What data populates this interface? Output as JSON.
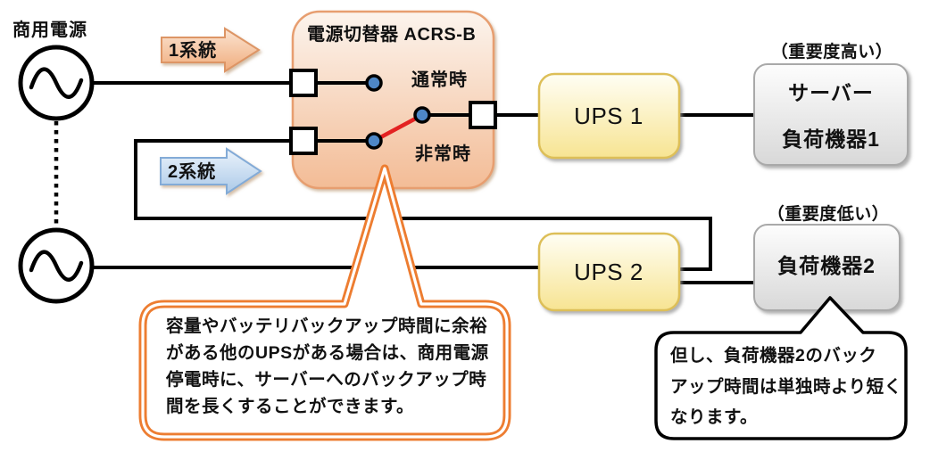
{
  "labels": {
    "commercial_power": "商用電源",
    "line1": "1系統",
    "line2": "2系統"
  },
  "switcher": {
    "title": "電源切替器 ACRS-B",
    "normal": "通常時",
    "emergency": "非常時"
  },
  "ups1": {
    "label": "UPS 1"
  },
  "ups2": {
    "label": "UPS 2"
  },
  "load1": {
    "importance": "（重要度高い）",
    "name_line1": "サーバー",
    "name_line2": "負荷機器1"
  },
  "load2": {
    "importance": "（重要度低い）",
    "name": "負荷機器2"
  },
  "note_main": {
    "lines": [
      "容量やバッテリバックアップ時間に余裕",
      "がある他のUPSがある場合は、商用電源",
      "停電時に、サーバーへのバックアップ時",
      "間を長くすることができます。"
    ]
  },
  "note_load2": {
    "lines": [
      "但し、負荷機器2のバック",
      "アップ時間は単独時より短く",
      "なります。"
    ]
  },
  "colors": {
    "wire_black": "#000000",
    "switcher_border": "#E79E6F",
    "switcher_title_blue": "#4585C8",
    "dot_blue": "#4E87C6",
    "emergency_red": "#E32222",
    "arrow1_orange_border": "#DD9565",
    "arrow2_blue_border": "#83ABD7",
    "ups_yellow_border": "#DDBF59",
    "load_gray_border": "#A9A9A9",
    "note_main_orange": "#ED7D31"
  }
}
